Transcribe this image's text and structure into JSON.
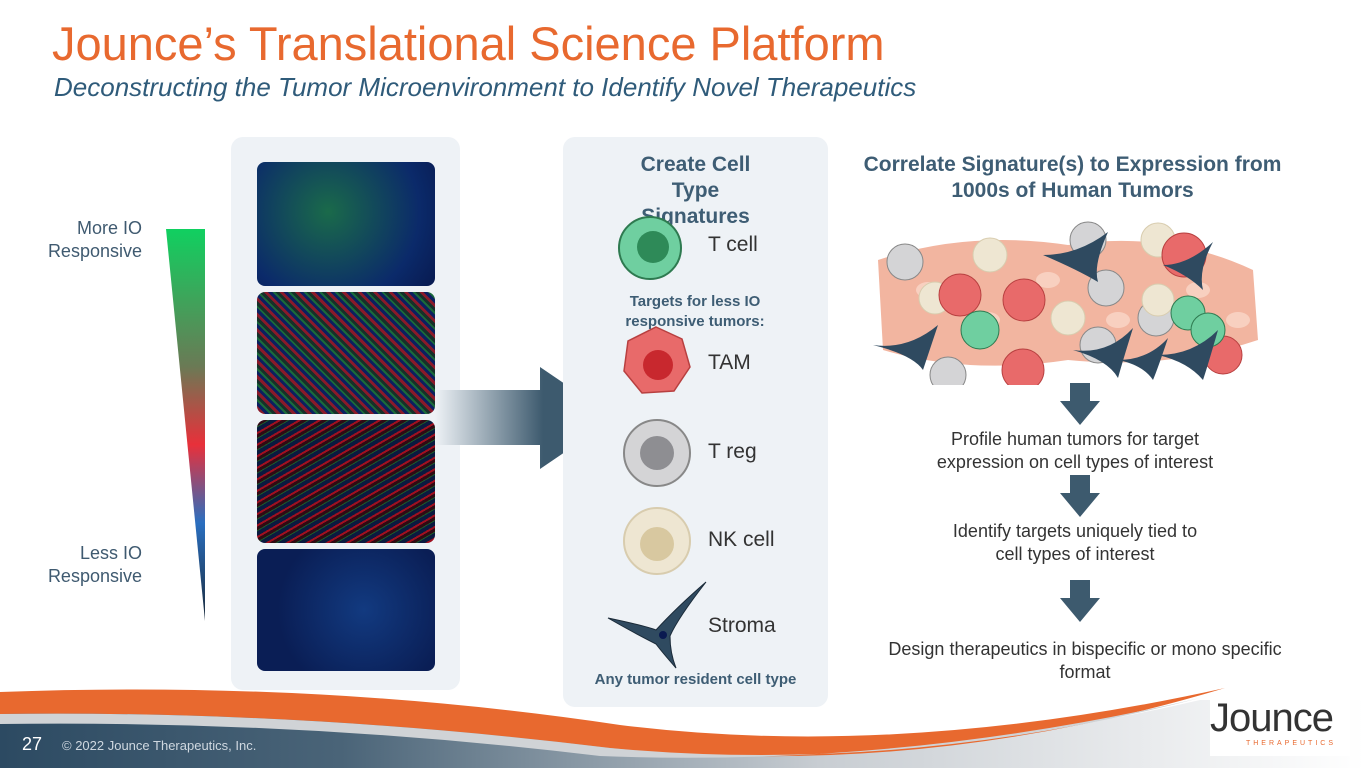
{
  "header": {
    "title": "Jounce’s Translational Science Platform",
    "subtitle": "Deconstructing the Tumor Microenvironment to Identify Novel Therapeutics"
  },
  "gradient_scale": {
    "top_label": "More IO Responsive",
    "bottom_label": "Less IO Responsive"
  },
  "signatures": {
    "title": "Create Cell Type Signatures",
    "t_cell": "T cell",
    "targets_label": "Targets for less IO responsive tumors:",
    "cells": [
      "TAM",
      "T reg",
      "NK cell",
      "Stroma"
    ],
    "footer": "Any tumor resident cell type"
  },
  "correlate": {
    "title": "Correlate Signature(s) to Expression from 1000s of Human Tumors",
    "steps": [
      "Profile human tumors for target expression on cell types of interest",
      "Identify targets uniquely tied to cell types of interest",
      "Design therapeutics in bispecific or mono specific format"
    ]
  },
  "footer": {
    "page": "27",
    "copyright": "© 2022 Jounce Therapeutics, Inc.",
    "logo": "Jounce",
    "logo_sub": "THERAPEUTICS"
  },
  "colors": {
    "accent": "#E8692F",
    "navy": "#3E5D74"
  }
}
